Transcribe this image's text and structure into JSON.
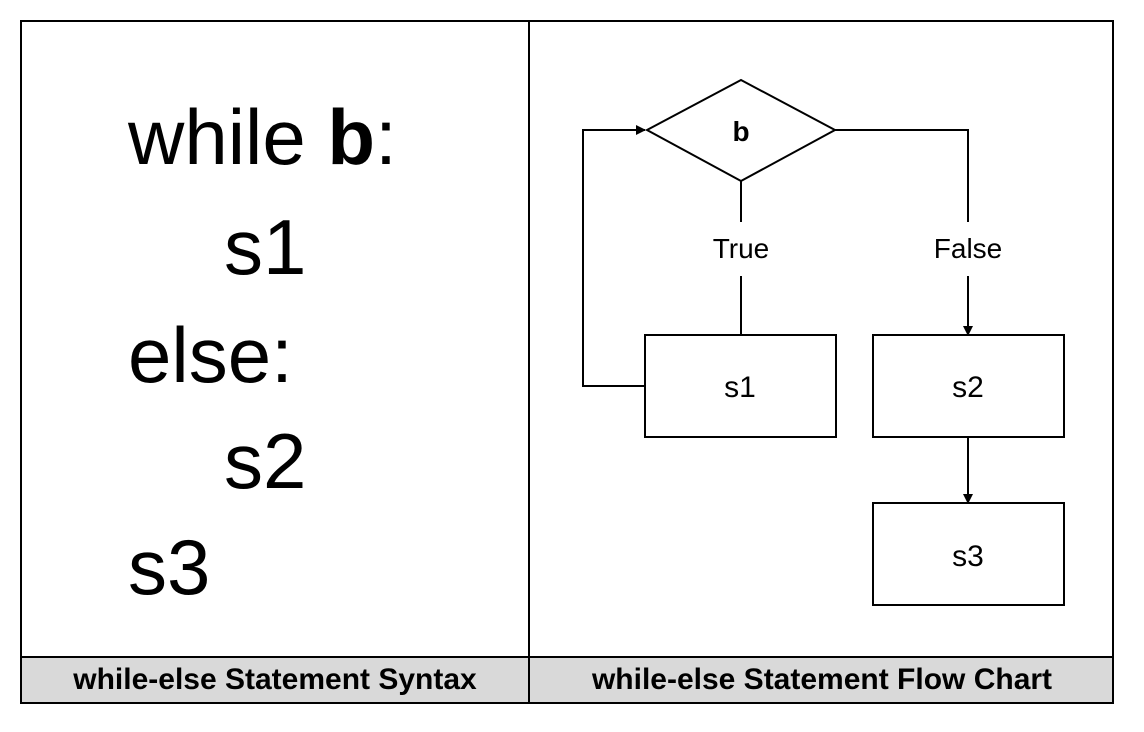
{
  "syntax_panel": {
    "line1_keyword": "while ",
    "line1_condition": "b",
    "line1_colon": ":",
    "line2": "s1",
    "line3": "else:",
    "line4": "s2",
    "line5": "s3"
  },
  "flowchart": {
    "decision_label": "b",
    "true_label": "True",
    "false_label": "False",
    "box_s1": "s1",
    "box_s2": "s2",
    "box_s3": "s3"
  },
  "captions": {
    "left": "while-else Statement Syntax",
    "right": "while-else Statement Flow Chart"
  }
}
